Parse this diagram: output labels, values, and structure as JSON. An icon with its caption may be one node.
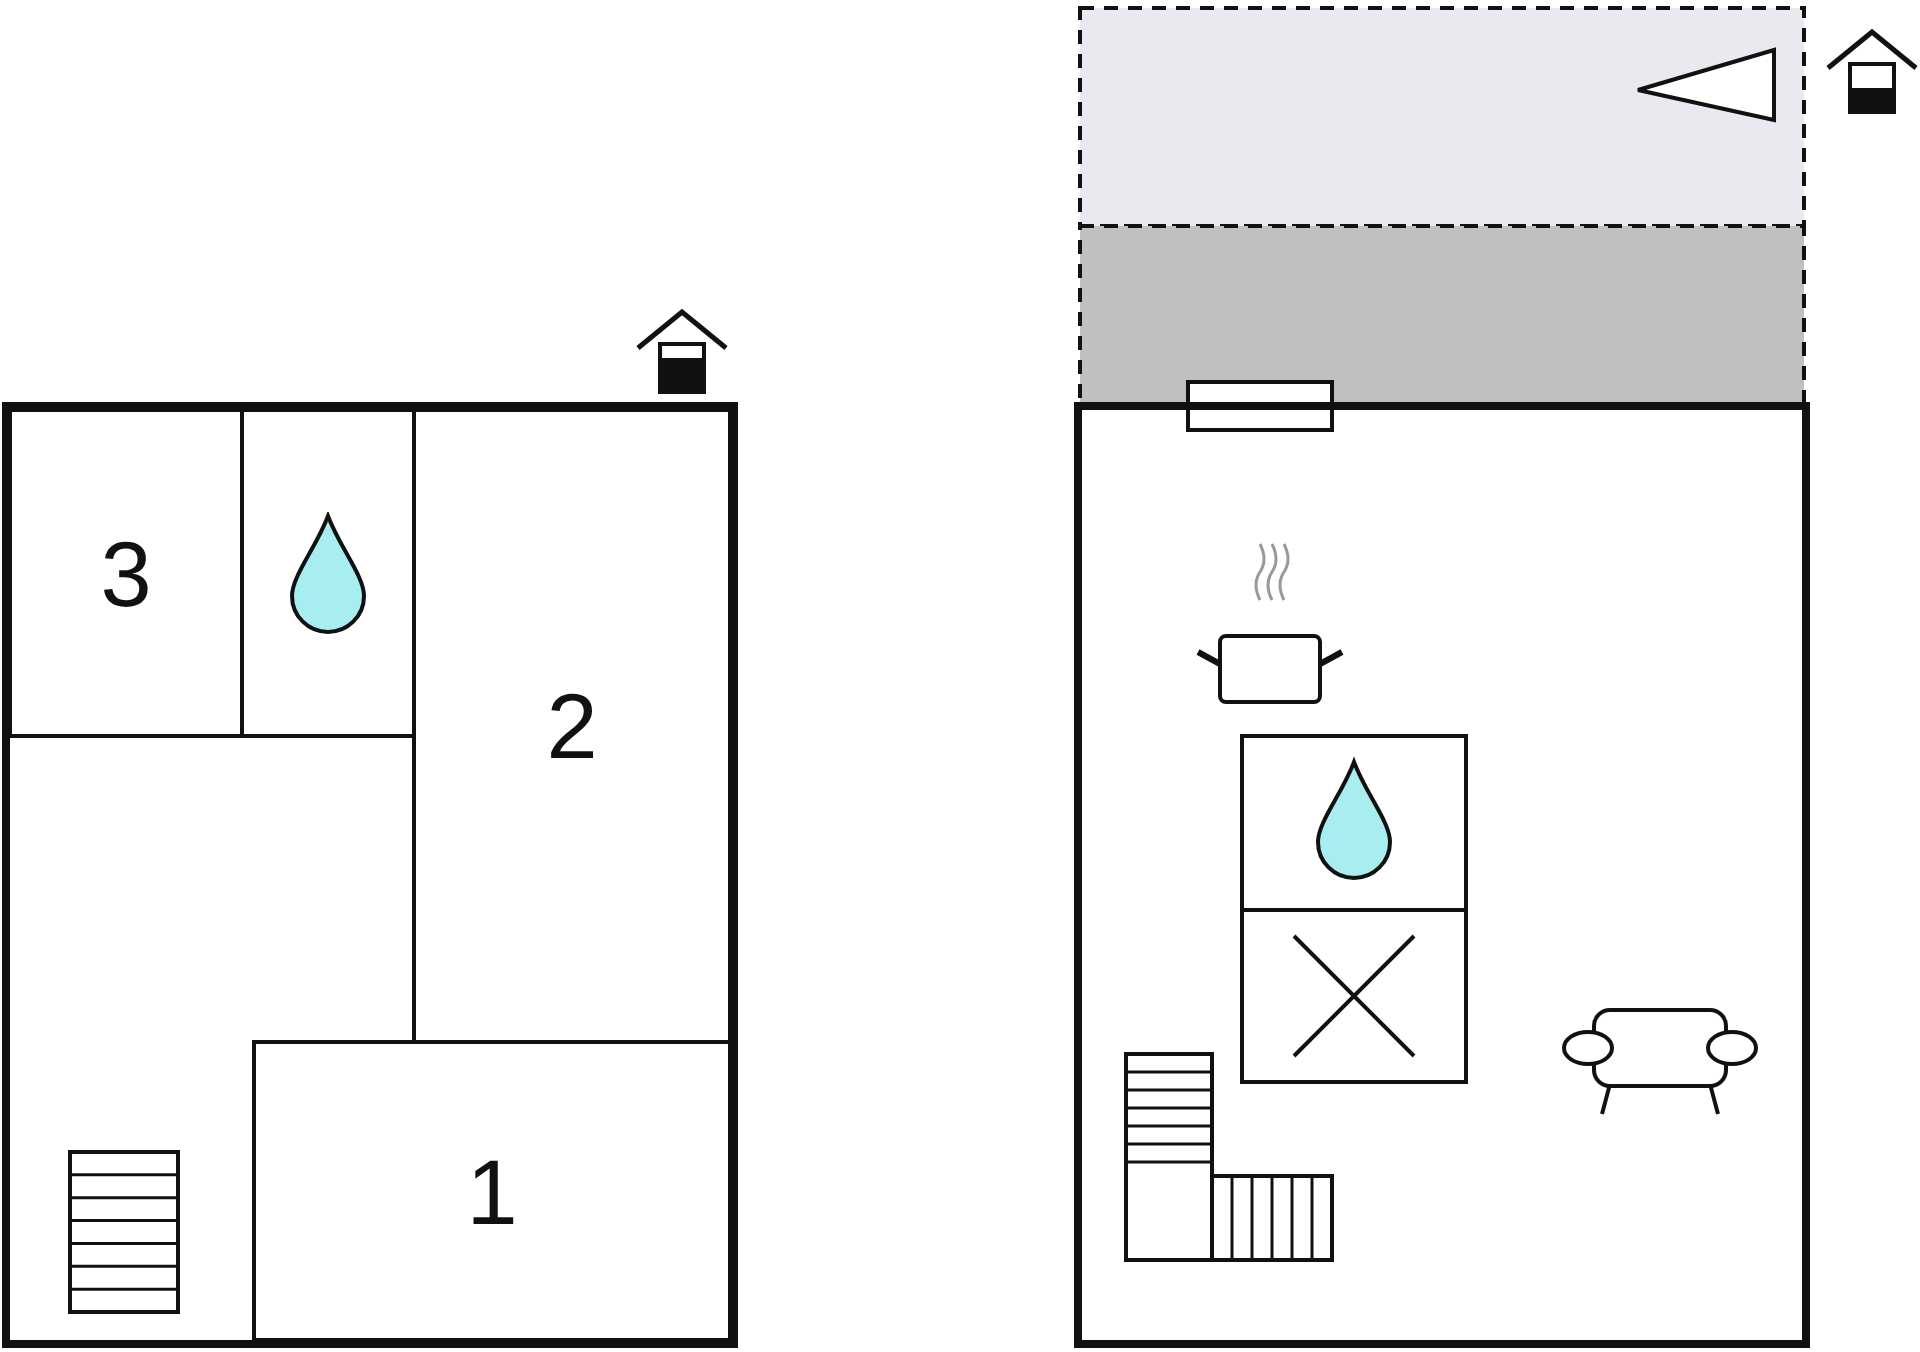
{
  "diagram": {
    "nodes": [
      {
        "text": [
          "3"
        ]
      },
      {
        "text": [],
        "shape": "box"
      },
      {
        "text": [
          "2"
        ]
      },
      {
        "text": [
          "1"
        ]
      }
    ]
  }
}
